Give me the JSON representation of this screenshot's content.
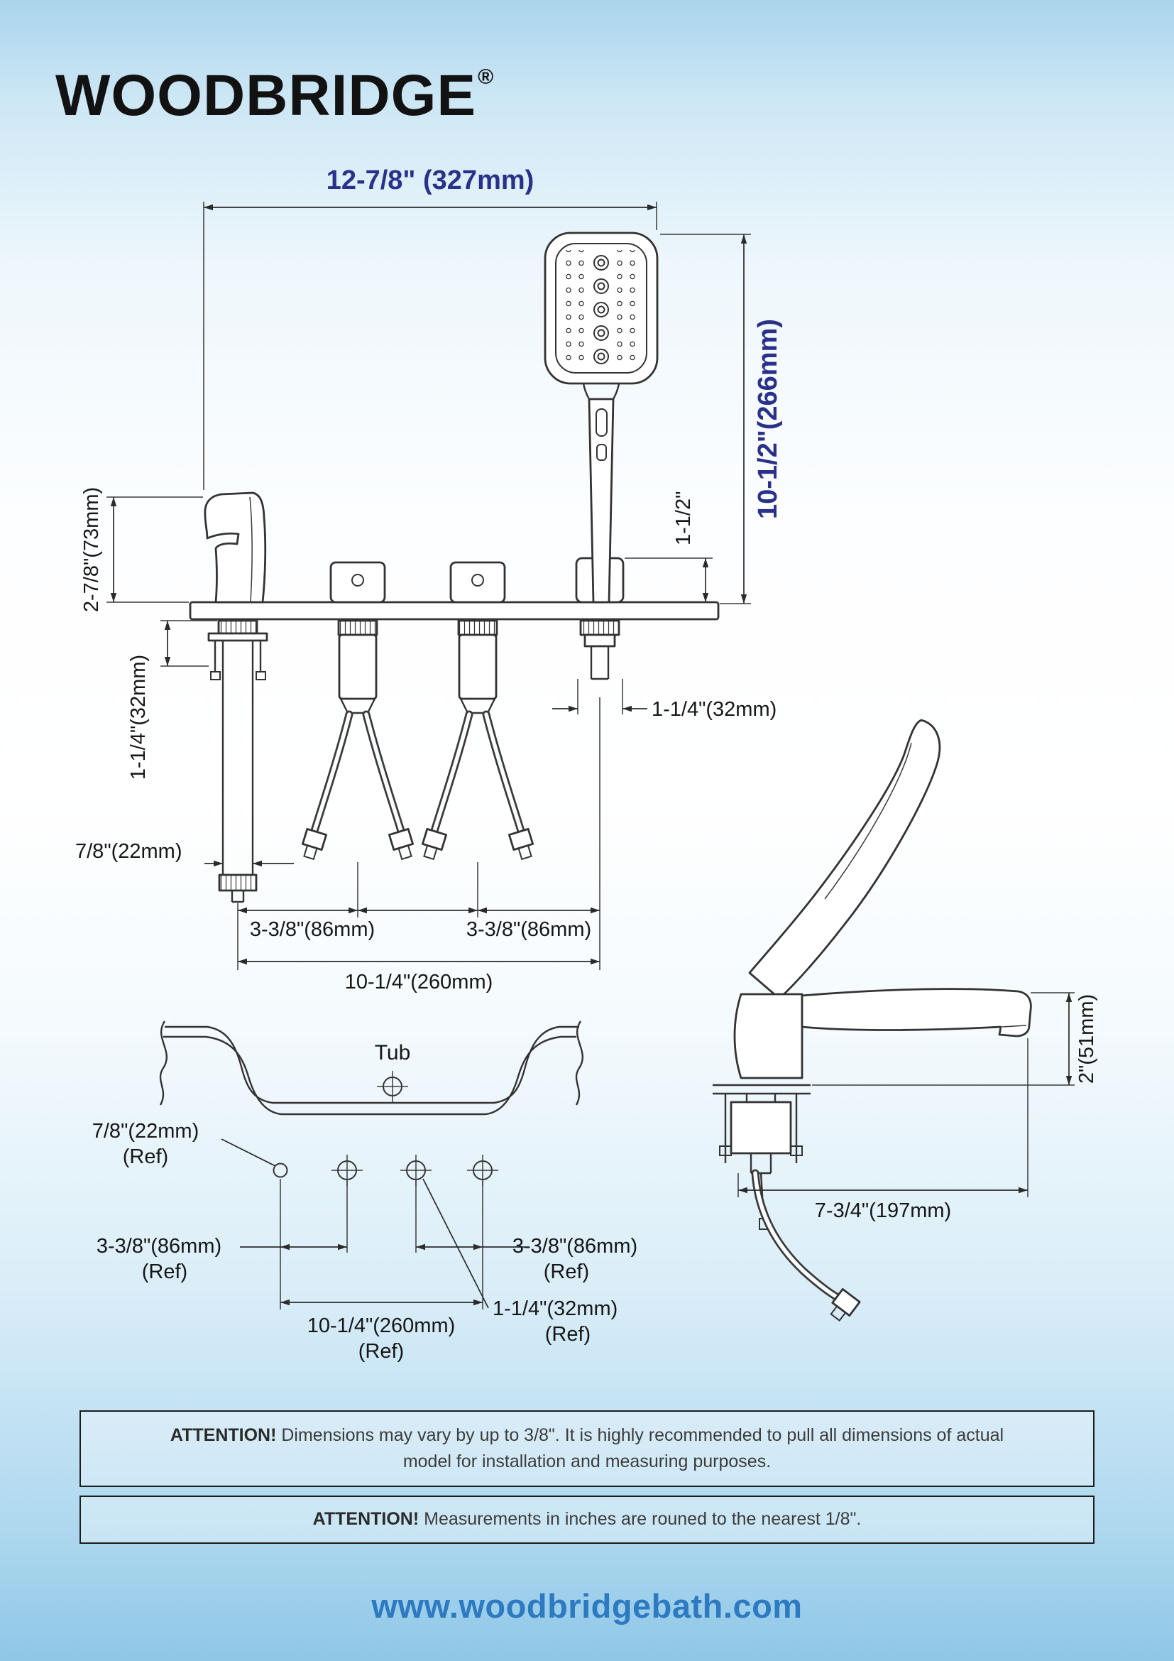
{
  "brand": {
    "name": "WOODBRIDGE",
    "reg": "®"
  },
  "colors": {
    "dimension_blue": "#2b3189",
    "footer_blue": "#2d7ac1",
    "drawing_line": "#333333",
    "background_blue": "#a9d4ec"
  },
  "front_view": {
    "overall_width": "12-7/8\" (327mm)",
    "overall_height": "10-1/2\"(266mm)",
    "spout_height": "2-7/8\"(73mm)",
    "shank_length": "1-1/4\"(32mm)",
    "holder_height": "1-1/2\"",
    "shower_shank_dia": "1-1/4\"(32mm)",
    "spout_pipe_dia": "7/8\"(22mm)",
    "spacing_left": "3-3/8\"(86mm)",
    "spacing_right": "3-3/8\"(86mm)",
    "overall_spacing": "10-1/4\"(260mm)"
  },
  "top_view": {
    "tub_label": "Tub",
    "hole_dia": "7/8\"(22mm)",
    "hole_dia_ref": "(Ref)",
    "spacing_left": "3-3/8\"(86mm)",
    "spacing_left_ref": "(Ref)",
    "spacing_right": "3-3/8\"(86mm)",
    "spacing_right_ref": "(Ref)",
    "valve_hole_dia": "1-1/4\"(32mm)",
    "valve_hole_dia_ref": "(Ref)",
    "overall_spacing": "10-1/4\"(260mm)",
    "overall_spacing_ref": "(Ref)"
  },
  "side_view": {
    "spout_height": "2\"(51mm)",
    "overall_depth": "7-3/4\"(197mm)"
  },
  "notices": [
    {
      "label": "ATTENTION!",
      "text": "Dimensions may vary by up to 3/8\". It is highly recommended to pull all dimensions of actual model for installation and measuring purposes."
    },
    {
      "label": "ATTENTION!",
      "text": "Measurements in inches are rouned to the nearest 1/8\"."
    }
  ],
  "footer": {
    "url": "www.woodbridgebath.com"
  }
}
